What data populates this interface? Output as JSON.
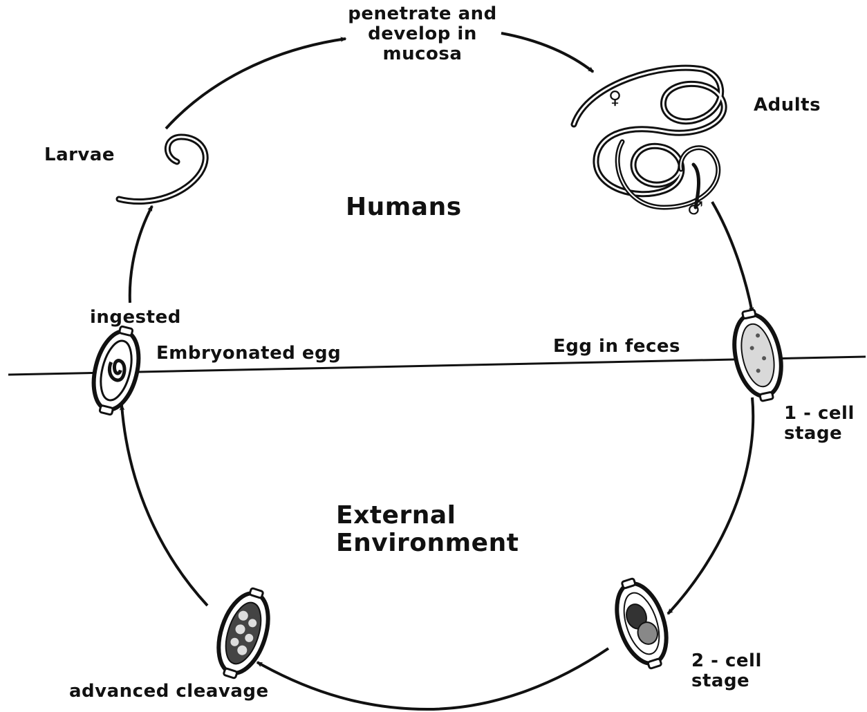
{
  "regions": {
    "humans": "Humans",
    "external_line1": "External",
    "external_line2": "Environment"
  },
  "labels": {
    "penetrate_line1": "penetrate and",
    "penetrate_line2": "develop in",
    "penetrate_line3": "mucosa",
    "adults": "Adults",
    "female_symbol": "♀",
    "male_symbol": "♂",
    "larvae": "Larvae",
    "ingested": "ingested",
    "embryonated_egg": "Embryonated egg",
    "egg_in_feces": "Egg in feces",
    "one_cell_line1": "1 - cell",
    "one_cell_line2": "stage",
    "two_cell_line1": "2 - cell",
    "two_cell_line2": "stage",
    "advanced_cleavage": "advanced cleavage"
  },
  "colors": {
    "ink": "#111111",
    "background": "#ffffff"
  }
}
